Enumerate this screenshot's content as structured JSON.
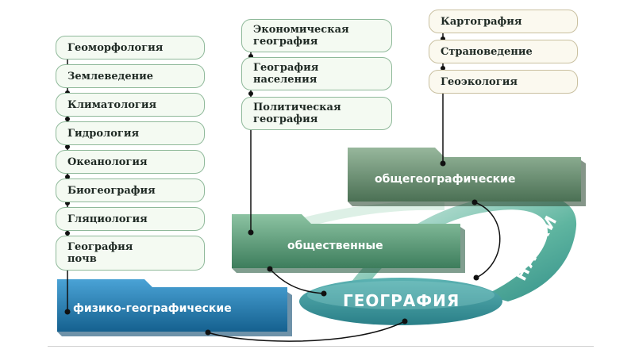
{
  "physical": {
    "label": "физико-географические",
    "items": [
      "Геоморфология",
      "Землеведение",
      "Климатология",
      "Гидрология",
      "Океанология",
      "Биогеография",
      "Гляциология",
      "География\nпочв"
    ]
  },
  "social": {
    "label": "общественные",
    "items": [
      "Экономическая\nгеография",
      "География\nнаселения",
      "Политическая\nгеография"
    ]
  },
  "general": {
    "label": "общегеографические",
    "items": [
      "Картография",
      "Страноведение",
      "Геоэкология"
    ]
  },
  "center": {
    "title": "ГЕОГРАФИЯ",
    "ribbon_label": "НАУКИ"
  },
  "colors": {
    "pill_fill": "#f4faf2",
    "pill_border": "#8fb99a",
    "blue_folder": "#1a6fa3",
    "green_folder": "#4e9170",
    "dark_green_folder": "#527a5c",
    "teal_ellipse": "#3e9aa0"
  }
}
